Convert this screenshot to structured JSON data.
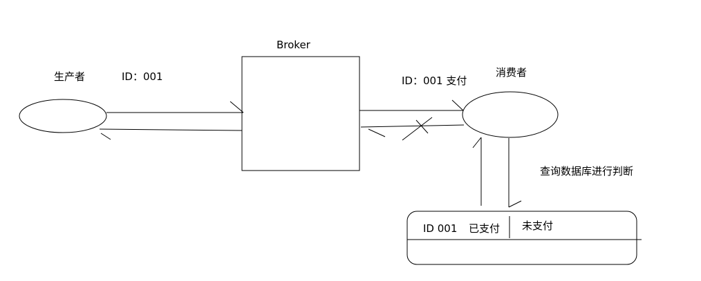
{
  "nodes": {
    "producer": {
      "label": "生产者"
    },
    "broker": {
      "label": "Broker"
    },
    "consumer": {
      "label": "消费者"
    }
  },
  "messages": {
    "producer_to_broker": "ID：001",
    "broker_to_consumer": "ID：001 支付"
  },
  "annotations": {
    "query_db": "查询数据库进行判断"
  },
  "database": {
    "record_id": "ID 001",
    "status_paid": "已支付",
    "status_unpaid": "未支付"
  }
}
